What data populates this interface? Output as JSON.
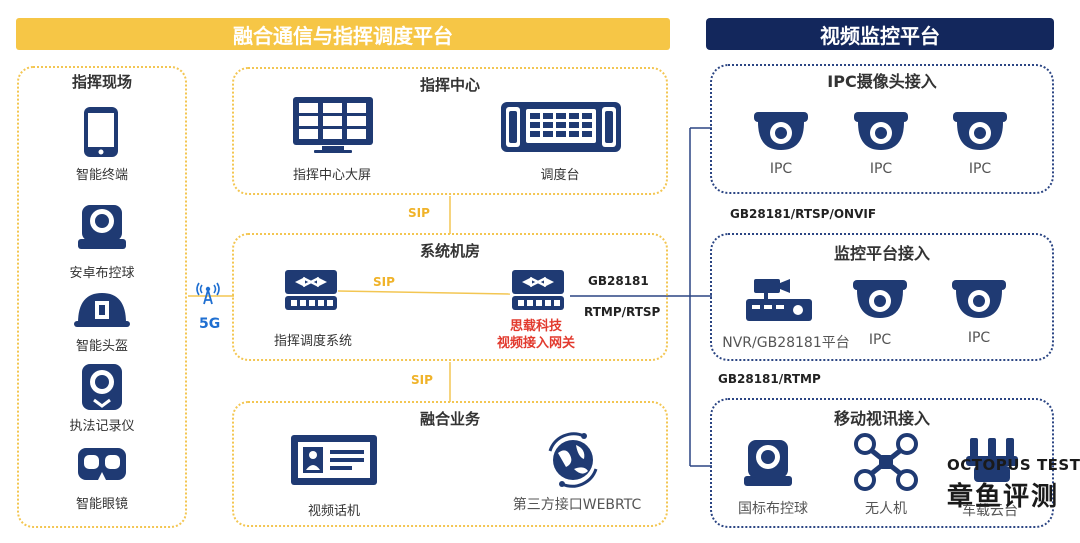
{
  "banners": {
    "left": "融合通信与指挥调度平台",
    "right": "视频监控平台"
  },
  "scene": {
    "title": "指挥现场",
    "items": [
      "智能终端",
      "安卓布控球",
      "智能头盔",
      "执法记录仪",
      "智能眼镜"
    ]
  },
  "center": {
    "title": "指挥中心",
    "screen_label": "指挥中心大屏",
    "console_label": "调度台"
  },
  "room": {
    "title": "系统机房",
    "dispatch_label": "指挥调度系统",
    "gateway_label_1": "思载科技",
    "gateway_label_2": "视频接入网关"
  },
  "business": {
    "title": "融合业务",
    "phone_label": "视频话机",
    "webrtc_label": "第三方接口WEBRTC"
  },
  "links": {
    "five_g": "5G",
    "sip_top": "SIP",
    "sip_mid": "SIP",
    "sip_bottom": "SIP",
    "gb": "GB28181",
    "rtmp_rtsp": "RTMP/RTSP",
    "onvif": "GB28181/RTSP/ONVIF",
    "rtmp": "GB28181/RTMP"
  },
  "ipc_group": {
    "title": "IPC摄像头接入",
    "items": [
      "IPC",
      "IPC",
      "IPC"
    ]
  },
  "monitor_group": {
    "title": "监控平台接入",
    "items": [
      "NVR/GB28181平台",
      "IPC",
      "IPC"
    ]
  },
  "mobile_group": {
    "title": "移动视讯接入",
    "items": [
      "国标布控球",
      "无人机",
      "车载云台"
    ]
  },
  "watermark": {
    "en": "OCTOPUS TEST",
    "zh": "章鱼评测"
  },
  "colors": {
    "yellow": "#f6c646",
    "navy": "#13275c",
    "icon_blue": "#1f3a73",
    "red": "#e23a2e",
    "sip": "#f0b32a"
  }
}
